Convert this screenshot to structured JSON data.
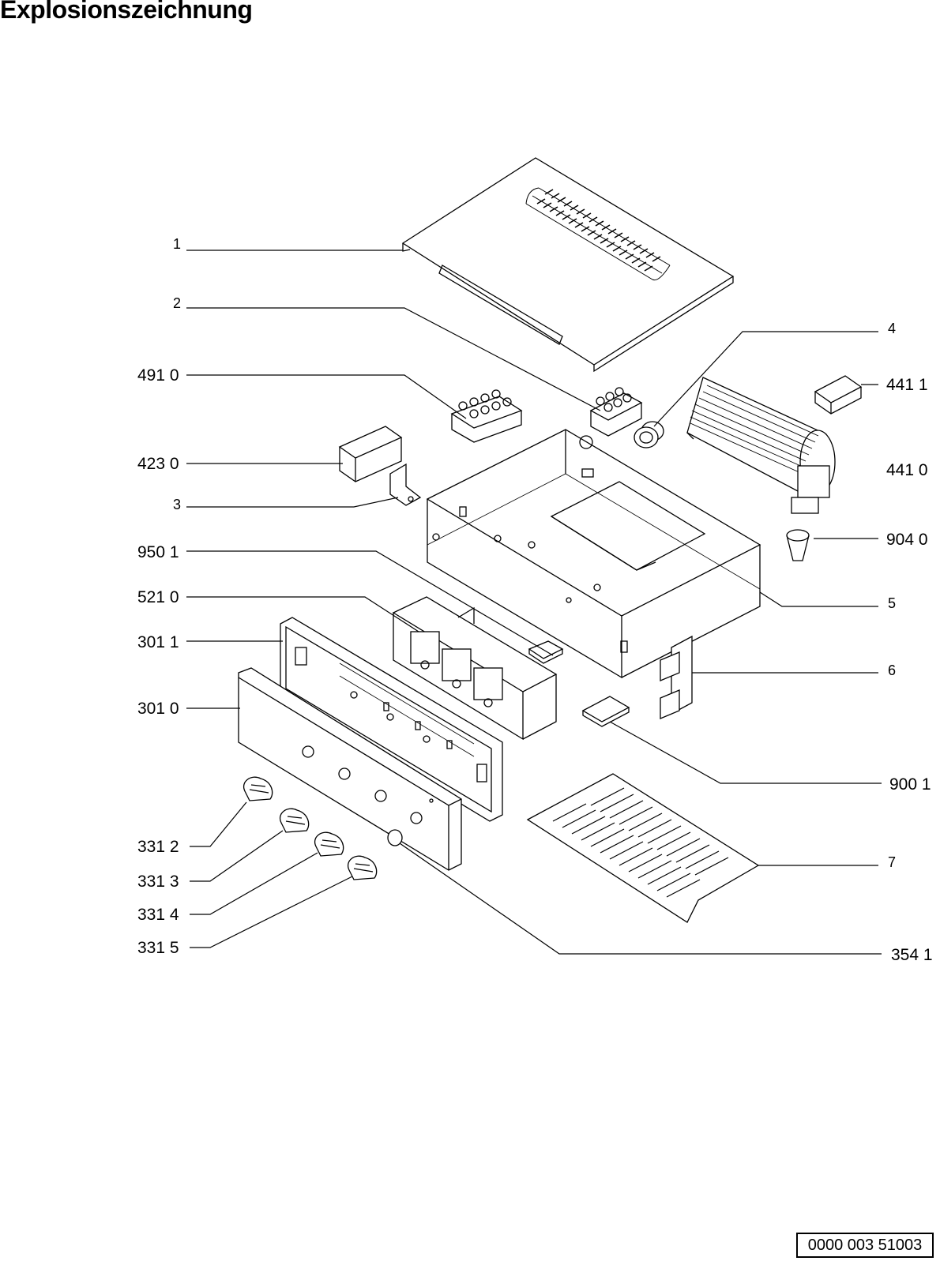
{
  "title": "Explosionszeichnung",
  "labels": {
    "l1": "1",
    "l2": "2",
    "l3": "3",
    "l4": "4",
    "l5": "5",
    "l6": "6",
    "l7": "7",
    "l4910": "491 0",
    "l4230": "423 0",
    "l9501": "950 1",
    "l5210": "521 0",
    "l3011": "301 1",
    "l3010": "301 0",
    "l3312": "331 2",
    "l3313": "331 3",
    "l3314": "331 4",
    "l3315": "331 5",
    "l4411": "441 1",
    "l4410": "441 0",
    "l9040": "904 0",
    "l9001": "900 1",
    "l3541": "354 1"
  },
  "document_id": "0000 003 51003"
}
